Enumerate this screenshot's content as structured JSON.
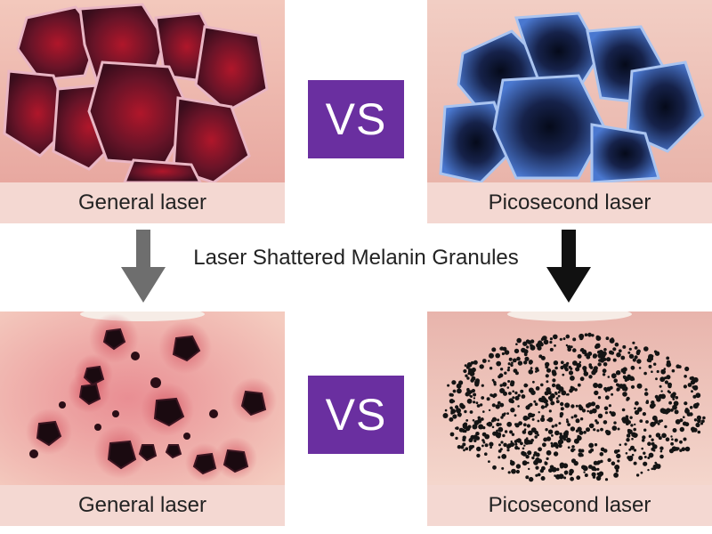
{
  "vs_label": "VS",
  "middle_label": "Laser Shattered Melanin Granules",
  "panels": {
    "top_left": {
      "caption": "General laser"
    },
    "top_right": {
      "caption": "Picosecond laser"
    },
    "bottom_left": {
      "caption": "General laser"
    },
    "bottom_right": {
      "caption": "Picosecond laser"
    }
  },
  "colors": {
    "vs_badge": "#6a2fa0",
    "caption_bg": "#f4d8d2",
    "left_arrow": "#6e6e6e",
    "right_arrow": "#111111",
    "skin": "#f2c9c0",
    "general_cells": "#5b1a2a",
    "pico_cells": "#3a5fb8"
  }
}
